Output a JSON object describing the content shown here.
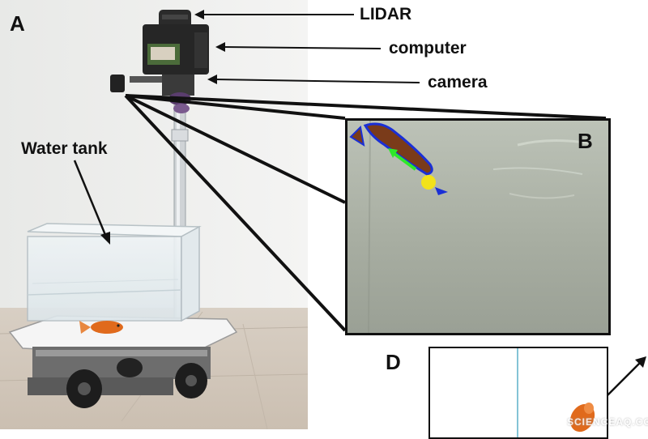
{
  "panels": {
    "a": "A",
    "b": "B",
    "d": "D"
  },
  "callouts": {
    "lidar": "LIDAR",
    "computer": "computer",
    "camera": "camera",
    "water_tank": "Water tank"
  },
  "watermark": "SCIENCEAQ.COM",
  "colors": {
    "background": "#ffffff",
    "line": "#111111",
    "fish": "#e06a1c",
    "tracking_outline": "#1a2fd6",
    "tracking_arrow": "#2ee82a",
    "target_point": "#f2e21a"
  }
}
